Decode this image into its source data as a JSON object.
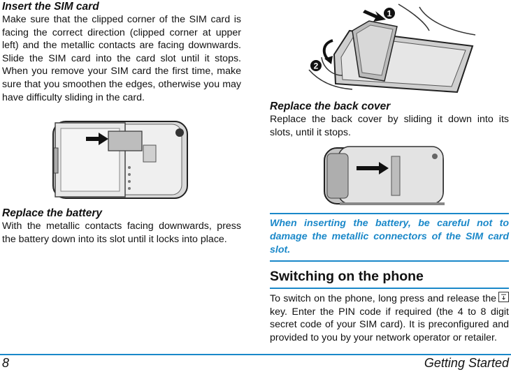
{
  "left": {
    "sim": {
      "heading": "Insert the SIM card",
      "text": "Make sure that the clipped corner of the SIM card is facing the correct direction (clipped corner at upper left) and the metallic contacts are facing downwards. Slide the SIM card into the card slot until it stops. When you remove your SIM card the first time, make sure that you smoothen the edges, otherwise you may have difficulty sliding in the card."
    },
    "battery": {
      "heading": "Replace the battery",
      "text": "With the metallic contacts facing downwards, press the battery down into its slot until it locks into place."
    }
  },
  "right": {
    "cover": {
      "heading": "Replace the back cover",
      "text": "Replace the back cover by sliding it down into its slots, until it stops."
    },
    "note": "When inserting the battery, be careful not to damage the metallic connectors of the SIM card slot.",
    "section_title": "Switching on the phone",
    "switch_text_a": "To switch on the phone, long press and release the",
    "switch_text_b": "key. Enter the PIN code if required (the 4 to 8 digit secret code of your SIM card). It is preconfigured and provided to you by your network operator or retailer."
  },
  "figures": {
    "step_1": "1",
    "step_2": "2",
    "power_key_icon": "power-key-icon"
  },
  "footer": {
    "page_number": "8",
    "chapter": "Getting Started"
  }
}
